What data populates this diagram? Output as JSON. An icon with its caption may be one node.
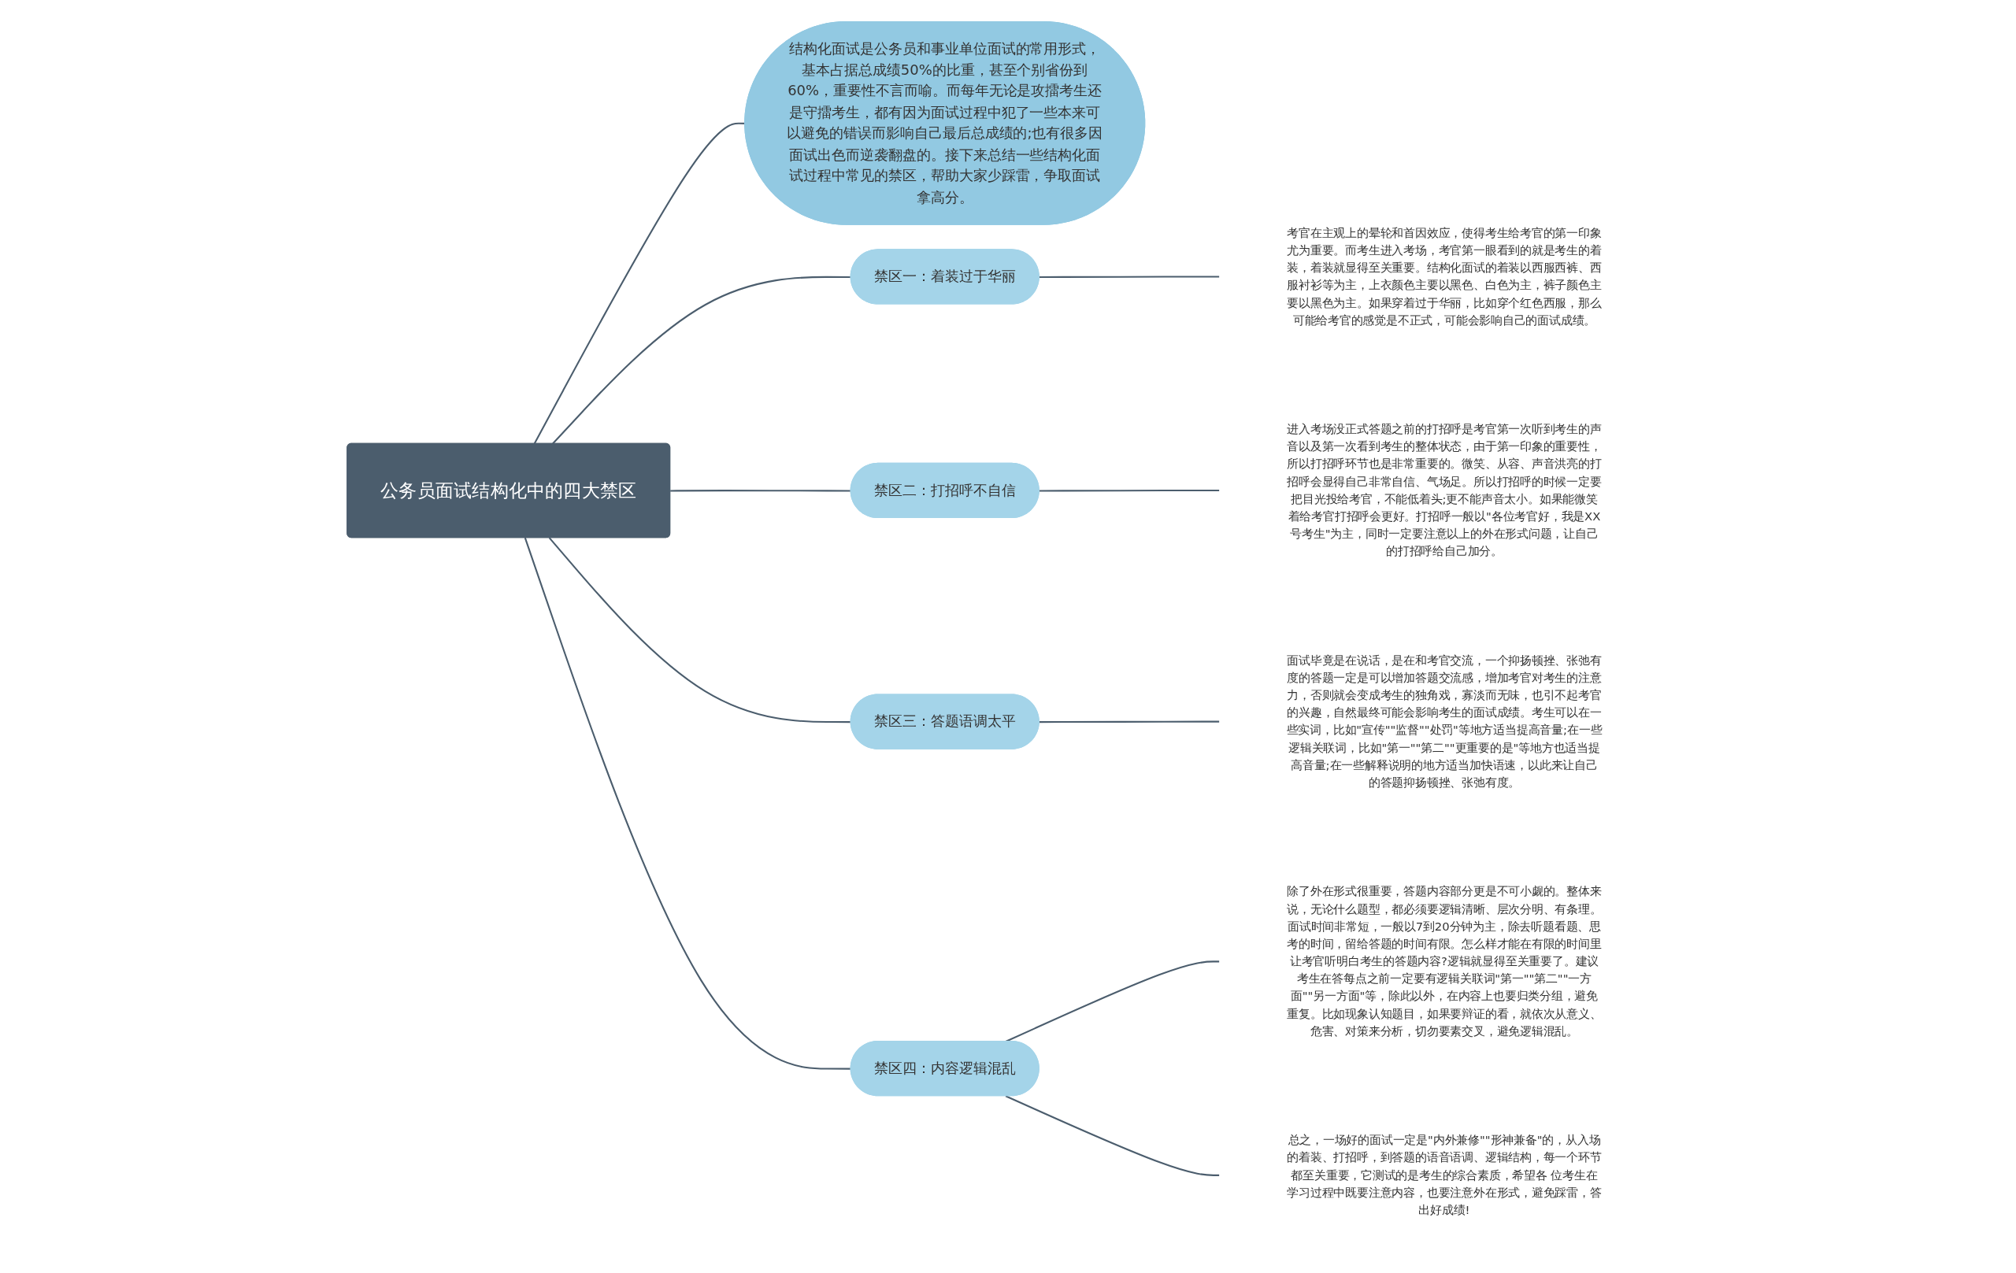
{
  "diagram": {
    "nodes": [
      {
        "text": [
          "公务员面试结构化中的四大禁区"
        ]
      },
      {
        "text": [
          "结构化面试是公务员和事业单位面试的常用形式，基本占据总成绩50%的比重，甚至个别省份到60%，重要性不言而喻。而每年无论是攻擂考生还是守擂考生，都有因为面试过程中犯了一些本来可以避免的错误而影响自己最后总成绩的;也有很多因面试出色而逆袭翻盘的。接下来总结一些结构化面试过程中常见的禁区，帮助大家少踩雷，争取面试拿高分。"
        ]
      },
      {
        "text": [
          "禁区一：着装过于华丽"
        ]
      },
      {
        "text": [
          "考官在主观上的晕轮和首因效应，使得考生给考官的第一印象尤为重要。而考生进入考场，考官第一眼看到的就是考生的着装，着装就显得至关重要。结构化面试的着装以西服西裤、西服衬衫等为主，上衣颜色主要以黑色、白色为主，裤子颜色主要以黑色为主。如果穿着过于华丽，比如穿个红色西服，那么可能给考官的感觉是不正式，可能会影响自己的面试成绩。"
        ]
      },
      {
        "text": [
          "禁区二：打招呼不自信"
        ]
      },
      {
        "text": [
          "进入考场没正式答题之前的打招呼是考官第一次听到考生的声音以及第一次看到考生的整体状态，由于第一印象的重要性，所以打招呼环节也是非常重要的。微笑、从容、声音洪亮的打招呼会显得自己非常自信、气场足。所以打招呼的时候一定要把目光投给考官，不能低着头;更不能声音太小。如果能微笑着给考官打招呼会更好。打招呼一般以\"各位考官好，我是XX号考生\"为主，同时一定要注意以上的外在形式问题，让自己的打招呼给自己加分。"
        ]
      },
      {
        "text": [
          "禁区三：答题语调太平"
        ]
      },
      {
        "text": [
          "面试毕竟是在说话，是在和考官交流，一个抑扬顿挫、张弛有度的答题一定是可以增加答题交流感，增加考官对考生的注意力，否则就会变成考生的独角戏，寡淡而无味，也引不起考官的兴趣，自然最终可能会影响考生的面试成绩。考生可以在一些实词，比如\"宣传\"\"监督\"\"处罚\"等地方适当提高音量;在一些逻辑关联词，比如\"第一\"\"第二\"\"更重要的是\"等地方也适当提高音量;在一些解释说明的地方适当加快语速，以此来让自己的答题抑扬顿挫、张弛有度。"
        ]
      },
      {
        "text": [
          "禁区四：内容逻辑混乱"
        ]
      },
      {
        "text": [
          "除了外在形式很重要，答题内容部分更是不可小觑的。整体来说，无论什么题型，都必须要逻辑清晰、层次分明、有条理。面试时间非常短，一般以7到20分钟为主，除去听题看题、思考的时间，留给答题的时间有限。怎么样才能在有限的时间里让考官听明白考生的答题内容?逻辑就显得至关重要了。建议考生在答每点之前一定要有逻辑关联词\"第一\"\"第二\"\"一方面\"\"另一方面\"等，除此以外，在内容上也要归类分组，避免重复。比如现象认知题目，如果要辩证的看，就依次从意义、危害、对策来分析，切勿要素交叉，避免逻辑混乱。"
        ]
      },
      {
        "text": [
          "总之，一场好的面试一定是\"内外兼修\"\"形神兼备\"的，从入场的着装、打招呼，到答题的语音语调、逻辑结构，每一个环节都至关重要，它测试的是考生的综合素质，希望各 位考生在学习过程中既要注意内容，也要注意外在形式，避免踩雷，答出好成绩!"
        ]
      }
    ],
    "edges": [
      {
        "from": 0,
        "to": 1,
        "arrow": "none"
      },
      {
        "from": 0,
        "to": 2,
        "arrow": "none"
      },
      {
        "from": 0,
        "to": 4,
        "arrow": "none"
      },
      {
        "from": 0,
        "to": 6,
        "arrow": "none"
      },
      {
        "from": 0,
        "to": 8,
        "arrow": "none"
      },
      {
        "from": 2,
        "to": 3,
        "arrow": "none"
      },
      {
        "from": 4,
        "to": 5,
        "arrow": "none"
      },
      {
        "from": 6,
        "to": 7,
        "arrow": "none"
      },
      {
        "from": 8,
        "to": 9,
        "arrow": "none"
      },
      {
        "from": 8,
        "to": 10,
        "arrow": "none"
      }
    ]
  }
}
